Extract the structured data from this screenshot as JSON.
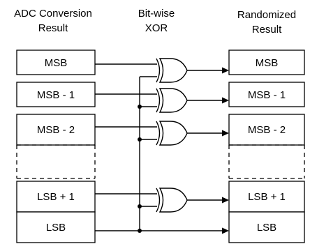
{
  "headers": {
    "adc": [
      "ADC Conversion",
      "Result"
    ],
    "xor": [
      "Bit-wise",
      "XOR"
    ],
    "rand": [
      "Randomized",
      "Result"
    ]
  },
  "left_register": {
    "cells": [
      {
        "label": "MSB",
        "type": "solid"
      },
      {
        "label": "MSB - 1",
        "type": "solid"
      },
      {
        "label": "MSB - 2",
        "type": "solid"
      },
      {
        "label": "",
        "type": "dashed"
      },
      {
        "label": "LSB + 1",
        "type": "solid"
      },
      {
        "label": "LSB",
        "type": "solid"
      }
    ]
  },
  "right_register": {
    "cells": [
      {
        "label": "MSB",
        "type": "solid"
      },
      {
        "label": "MSB - 1",
        "type": "solid"
      },
      {
        "label": "MSB - 2",
        "type": "solid"
      },
      {
        "label": "",
        "type": "dashed"
      },
      {
        "label": "LSB + 1",
        "type": "solid"
      },
      {
        "label": "LSB",
        "type": "solid"
      }
    ]
  },
  "xor_gates": [
    {
      "row": "MSB"
    },
    {
      "row": "MSB - 1"
    },
    {
      "row": "MSB - 2"
    },
    {
      "row": "LSB + 1"
    }
  ],
  "colors": {
    "line": "#000000",
    "background": "#ffffff"
  }
}
